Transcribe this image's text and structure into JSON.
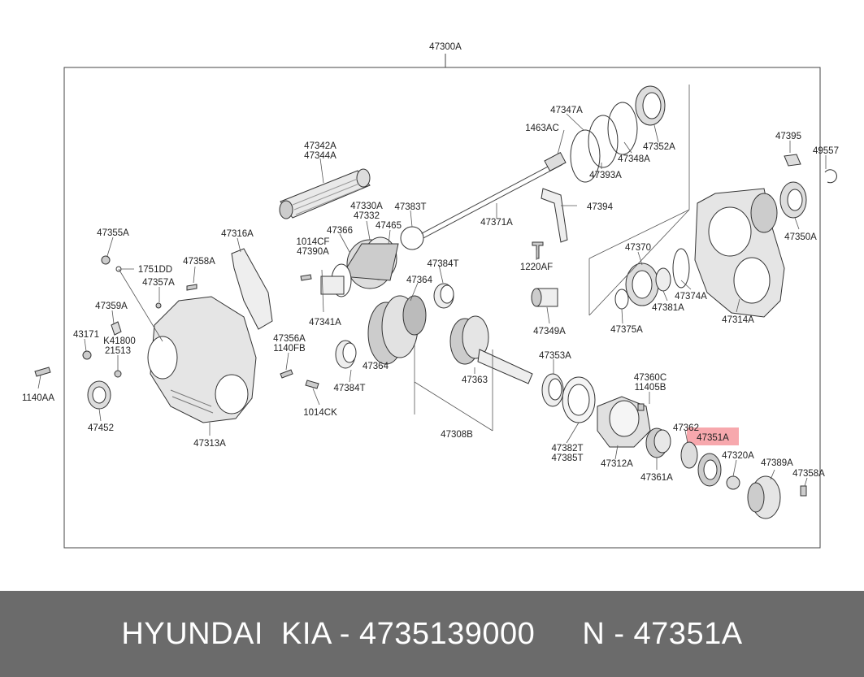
{
  "diagram": {
    "assembly_label": "47300A",
    "highlight_label": "47351A",
    "labels": {
      "l47342A": "47342A",
      "l47344A": "47344A",
      "l47330A": "47330A",
      "l47332": "47332",
      "l47465": "47465",
      "l47383T": "47383T",
      "l47366": "47366",
      "l1014CF": "1014CF",
      "l47390A": "47390A",
      "l47341A": "47341A",
      "l47384T_a": "47384T",
      "l47364_a": "47364",
      "l47364_b": "47364",
      "l47384T_b": "47384T",
      "l47363": "47363",
      "l47308B": "47308B",
      "l47347A": "47347A",
      "l1463AC": "1463AC",
      "l47352A": "47352A",
      "l47348A": "47348A",
      "l47393A": "47393A",
      "l47371A": "47371A",
      "l47394": "47394",
      "l1220AF": "1220AF",
      "l47349A": "47349A",
      "l47395": "47395",
      "l49557": "49557",
      "l47350A": "47350A",
      "l47370": "47370",
      "l47374A": "47374A",
      "l47381A": "47381A",
      "l47375A": "47375A",
      "l47314A": "47314A",
      "l47353A": "47353A",
      "l47360C": "47360C",
      "l11405B": "11405B",
      "l47362": "47362",
      "l47382T": "47382T",
      "l47385T": "47385T",
      "l47312A": "47312A",
      "l47361A": "47361A",
      "l47320A": "47320A",
      "l47389A": "47389A",
      "l47358A_b": "47358A",
      "l47355A": "47355A",
      "l1751DD": "1751DD",
      "l47358A_a": "47358A",
      "l47357A": "47357A",
      "l47316A": "47316A",
      "l47359A": "47359A",
      "l43171": "43171",
      "lK41800": "K41800",
      "l21513": "21513",
      "l47356A": "47356A",
      "l1140FB": "1140FB",
      "l1014CK": "1014CK",
      "l1140AA": "1140AA",
      "l47452": "47452",
      "l47313A": "47313A"
    }
  },
  "footer": {
    "brand": "HYUNDAI  KIA - 4735139000",
    "part": "N - 47351A"
  }
}
